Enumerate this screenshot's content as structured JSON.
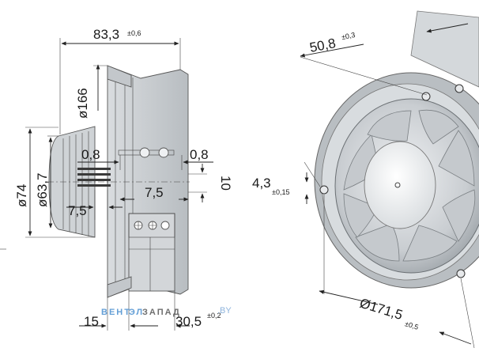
{
  "dimensions": {
    "depth": {
      "value": "83,3",
      "tolerance": "±0,6"
    },
    "outer_diameter_side": {
      "value": "ø166"
    },
    "motor_diameter": {
      "value": "ø74"
    },
    "hub_diameter": {
      "value": "ø63,7"
    },
    "offset_left": {
      "value": "0,8"
    },
    "offset_right": {
      "value": "0,8"
    },
    "shaft_10": {
      "value": "10"
    },
    "inner_7_5": {
      "value": "7,5"
    },
    "lower_7_5": {
      "value": "7,5"
    },
    "bottom_15": {
      "value": "15"
    },
    "bottom_30_5": {
      "value": "30,5",
      "tolerance": "±0,2"
    },
    "mount_spacing": {
      "value": "50,8",
      "tolerance": "±0,3"
    },
    "hole_diameter": {
      "value": "4,3",
      "tolerance": "±0,15"
    },
    "front_diameter": {
      "value": "Ø171,5",
      "tolerance": "±0,5"
    }
  },
  "watermark": {
    "brand_blue": "ВЕНТ",
    "brand_mid": "ЭЛ",
    "brand_dark": "ЗАПАД",
    "url": ".BY"
  },
  "colors": {
    "fan_body": "#cfd3d6",
    "fan_shadow": "#9aa0a5",
    "fan_light": "#e9ecee",
    "line": "#222222",
    "watermark_blue": "#4a8fd0"
  }
}
